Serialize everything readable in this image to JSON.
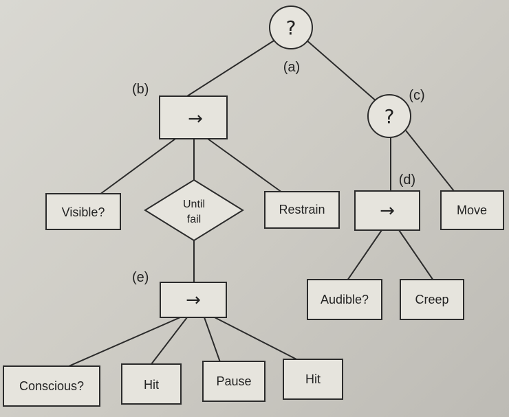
{
  "diagram": {
    "selector_symbol": "?",
    "sequence_symbol": "→",
    "tags": {
      "a": "(a)",
      "b": "(b)",
      "c": "(c)",
      "d": "(d)",
      "e": "(e)"
    },
    "nodes": {
      "visible": "Visible?",
      "until_fail_line1": "Until",
      "until_fail_line2": "fail",
      "restrain": "Restrain",
      "move": "Move",
      "audible": "Audible?",
      "creep": "Creep",
      "conscious": "Conscious?",
      "hit_1": "Hit",
      "pause": "Pause",
      "hit_2": "Hit"
    }
  }
}
